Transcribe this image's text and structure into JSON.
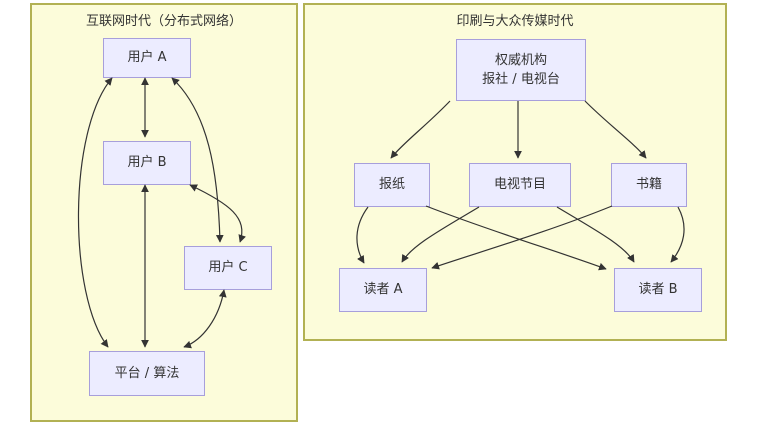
{
  "colors": {
    "panel_fill": "#fcfcda",
    "panel_border": "#b2b153",
    "node_fill": "#ececff",
    "node_border": "#a79fdb",
    "edge": "#333333",
    "text": "#333333"
  },
  "left_panel": {
    "title": "互联网时代（分布式网络）",
    "nodes": {
      "user_a": "用户 A",
      "user_b": "用户 B",
      "user_c": "用户 C",
      "platform": "平台 / 算法"
    },
    "edges": [
      {
        "from": "用户 A",
        "to": "用户 B",
        "bidirectional": true
      },
      {
        "from": "用户 B",
        "to": "平台 / 算法",
        "bidirectional": true
      },
      {
        "from": "用户 A",
        "to": "平台 / 算法",
        "bidirectional": true
      },
      {
        "from": "用户 A",
        "to": "用户 C",
        "bidirectional": true
      },
      {
        "from": "用户 B",
        "to": "用户 C",
        "bidirectional": true
      },
      {
        "from": "用户 C",
        "to": "平台 / 算法",
        "bidirectional": true
      }
    ]
  },
  "right_panel": {
    "title": "印刷与大众传媒时代",
    "nodes": {
      "authority_line1": "权威机构",
      "authority_line2": "报社 / 电视台",
      "newspaper": "报纸",
      "tv": "电视节目",
      "books": "书籍",
      "reader_a": "读者 A",
      "reader_b": "读者 B"
    },
    "edges": [
      {
        "from": "权威机构",
        "to": "报纸",
        "bidirectional": false
      },
      {
        "from": "权威机构",
        "to": "电视节目",
        "bidirectional": false
      },
      {
        "from": "权威机构",
        "to": "书籍",
        "bidirectional": false
      },
      {
        "from": "报纸",
        "to": "读者 A",
        "bidirectional": false
      },
      {
        "from": "报纸",
        "to": "读者 B",
        "bidirectional": false
      },
      {
        "from": "电视节目",
        "to": "读者 A",
        "bidirectional": false
      },
      {
        "from": "电视节目",
        "to": "读者 B",
        "bidirectional": false
      },
      {
        "from": "书籍",
        "to": "读者 A",
        "bidirectional": false
      },
      {
        "from": "书籍",
        "to": "读者 B",
        "bidirectional": false
      }
    ]
  }
}
